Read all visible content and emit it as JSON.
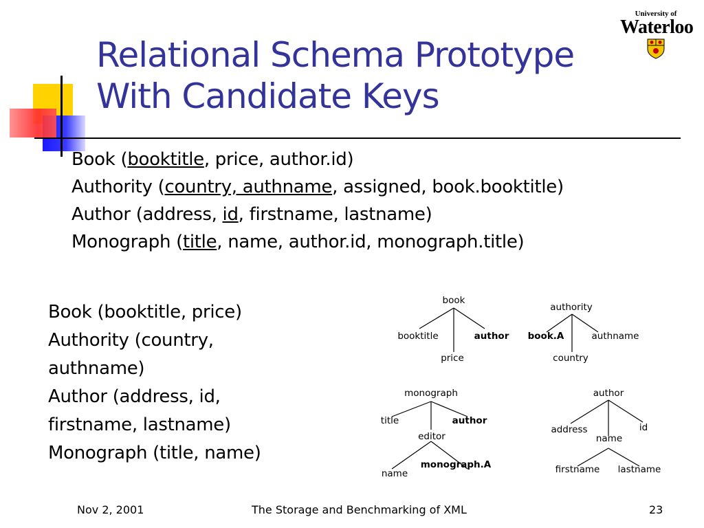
{
  "slide": {
    "title_line1": "Relational Schema Prototype",
    "title_line2": "With Candidate Keys"
  },
  "logo": {
    "university_of": "University of",
    "name": "Waterloo"
  },
  "schema_with_keys": [
    {
      "prefix": "Book (",
      "key": "booktitle",
      "rest": ", price, author.id)"
    },
    {
      "prefix": "Authority (",
      "key": "country, authname",
      "rest": ", assigned, book.booktitle)"
    },
    {
      "prefix": "Author (address, ",
      "key": "id",
      "rest": ", firstname, lastname)"
    },
    {
      "prefix": "Monograph (",
      "key": "title",
      "rest": ", name, author.id, monograph.title)"
    }
  ],
  "candidate_keys": [
    "Book (booktitle, price)",
    "Authority (country,",
    "authname)",
    "Author (address, id,",
    "firstname, lastname)",
    "Monograph (title, name)"
  ],
  "trees": {
    "book": {
      "root": "book",
      "left": "booktitle",
      "right": "author",
      "bottom": "price"
    },
    "authority": {
      "root": "authority",
      "left": "book.A",
      "right": "authname",
      "bottom": "country"
    },
    "monograph": {
      "root": "monograph",
      "left": "title",
      "right": "author",
      "mid": "editor",
      "bl": "name",
      "br": "monograph.A"
    },
    "author": {
      "root": "author",
      "left": "address",
      "right": "id",
      "mid": "name",
      "bl": "firstname",
      "br": "lastname"
    }
  },
  "footer": {
    "date": "Nov 2, 2001",
    "title": "The Storage and Benchmarking of XML",
    "page": "23"
  }
}
